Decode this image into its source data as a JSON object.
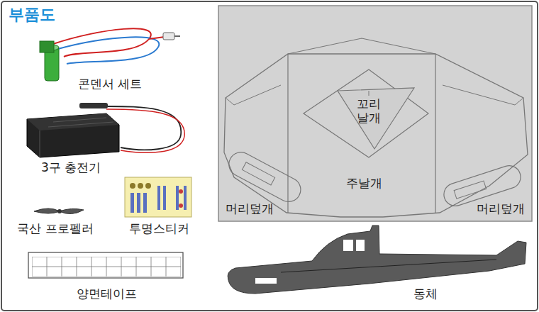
{
  "diagram": {
    "title": "부품도",
    "labels": [
      "콘덴서 세트",
      "3구 충전기",
      "국산 프로펠러",
      "투명스티커",
      "양면테이프",
      "꼬리 날개",
      "주날개",
      "머리덮개",
      "머리덮개",
      "동체"
    ]
  }
}
